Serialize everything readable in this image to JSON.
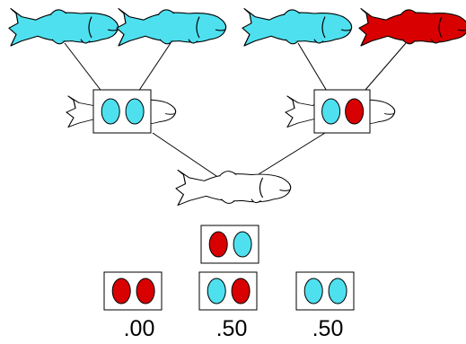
{
  "colors": {
    "cyan": "#4fe0ef",
    "red": "#d80000",
    "outline": "#000000",
    "fish_white": "#ffffff"
  },
  "diagram": {
    "grandparents": [
      {
        "id": "gp1",
        "color": "cyan"
      },
      {
        "id": "gp2",
        "color": "cyan"
      },
      {
        "id": "gp3",
        "color": "cyan"
      },
      {
        "id": "gp4",
        "color": "red"
      }
    ],
    "parents": [
      {
        "id": "p1",
        "alleles": [
          "cyan",
          "cyan"
        ]
      },
      {
        "id": "p2",
        "alleles": [
          "cyan",
          "red"
        ]
      }
    ],
    "offspring": {
      "color": "white"
    },
    "genotype_boxes": [
      {
        "id": "het-top",
        "alleles": [
          "red",
          "cyan"
        ]
      },
      {
        "id": "hom-red",
        "alleles": [
          "red",
          "red"
        ]
      },
      {
        "id": "het-bottom",
        "alleles": [
          "cyan",
          "red"
        ]
      },
      {
        "id": "hom-cyan",
        "alleles": [
          "cyan",
          "cyan"
        ]
      }
    ],
    "probabilities": [
      ".00",
      ".50",
      ".50"
    ]
  }
}
